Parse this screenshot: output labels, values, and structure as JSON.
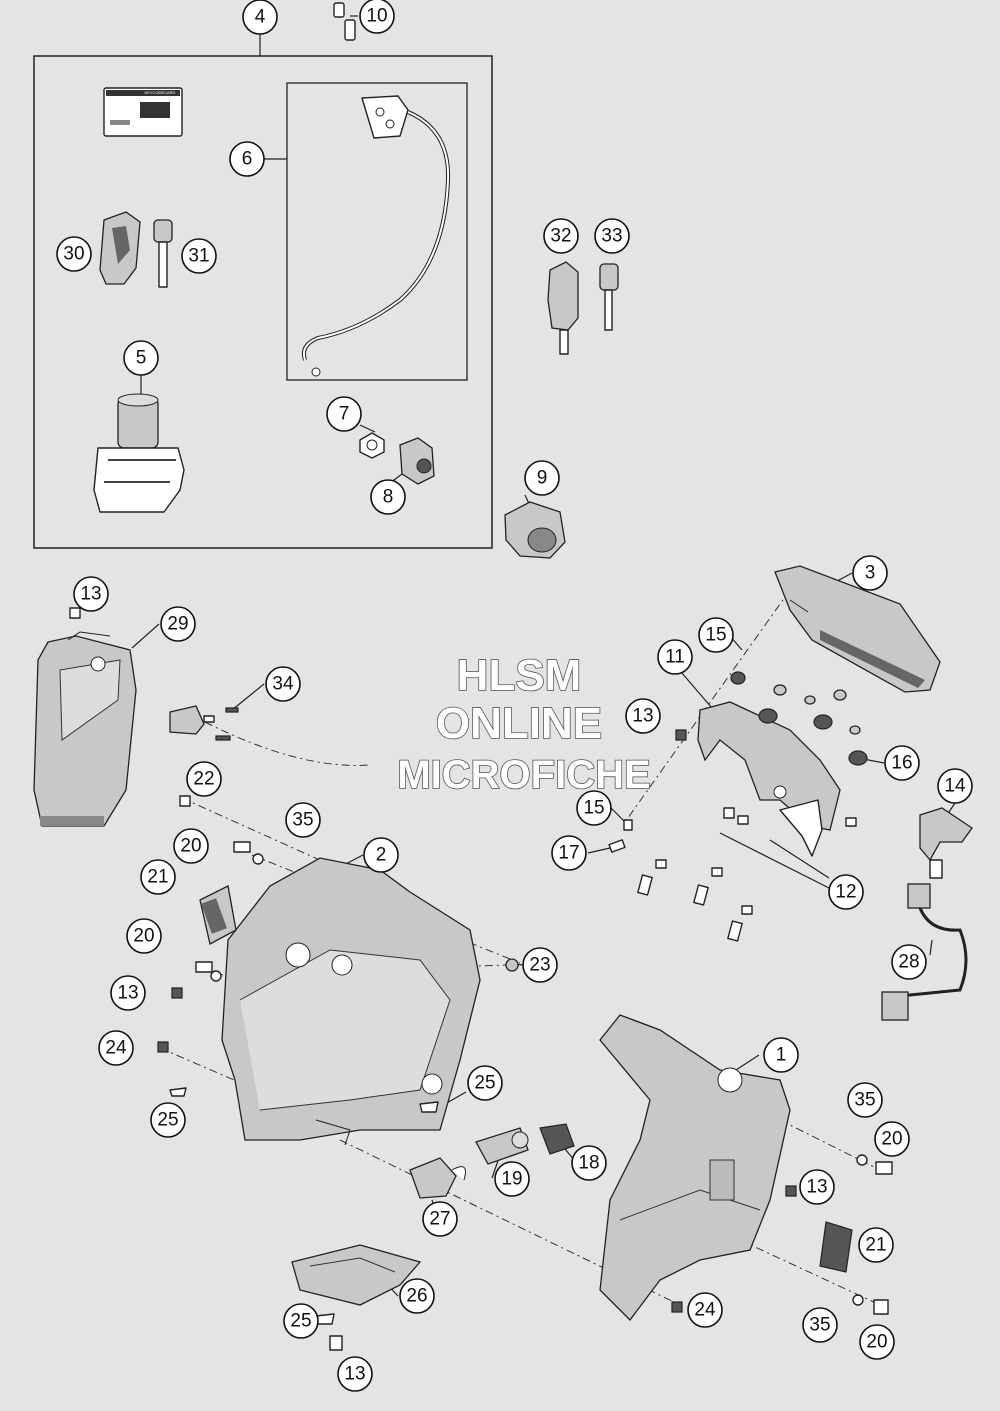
{
  "callouts": [
    {
      "id": "c1",
      "label": "1"
    },
    {
      "id": "c2",
      "label": "2"
    },
    {
      "id": "c3",
      "label": "3"
    },
    {
      "id": "c4",
      "label": "4"
    },
    {
      "id": "c5",
      "label": "5"
    },
    {
      "id": "c6",
      "label": "6"
    },
    {
      "id": "c7",
      "label": "7"
    },
    {
      "id": "c8",
      "label": "8"
    },
    {
      "id": "c9",
      "label": "9"
    },
    {
      "id": "c10",
      "label": "10"
    },
    {
      "id": "c11",
      "label": "11"
    },
    {
      "id": "c12",
      "label": "12"
    },
    {
      "id": "c13a",
      "label": "13"
    },
    {
      "id": "c13b",
      "label": "13"
    },
    {
      "id": "c13c",
      "label": "13"
    },
    {
      "id": "c13d",
      "label": "13"
    },
    {
      "id": "c13e",
      "label": "13"
    },
    {
      "id": "c14",
      "label": "14"
    },
    {
      "id": "c15a",
      "label": "15"
    },
    {
      "id": "c15b",
      "label": "15"
    },
    {
      "id": "c16",
      "label": "16"
    },
    {
      "id": "c17",
      "label": "17"
    },
    {
      "id": "c18",
      "label": "18"
    },
    {
      "id": "c19",
      "label": "19"
    },
    {
      "id": "c20a",
      "label": "20"
    },
    {
      "id": "c20b",
      "label": "20"
    },
    {
      "id": "c20c",
      "label": "20"
    },
    {
      "id": "c20d",
      "label": "20"
    },
    {
      "id": "c21a",
      "label": "21"
    },
    {
      "id": "c21b",
      "label": "21"
    },
    {
      "id": "c22",
      "label": "22"
    },
    {
      "id": "c23",
      "label": "23"
    },
    {
      "id": "c24a",
      "label": "24"
    },
    {
      "id": "c24b",
      "label": "24"
    },
    {
      "id": "c25a",
      "label": "25"
    },
    {
      "id": "c25b",
      "label": "25"
    },
    {
      "id": "c25c",
      "label": "25"
    },
    {
      "id": "c26",
      "label": "26"
    },
    {
      "id": "c27",
      "label": "27"
    },
    {
      "id": "c28",
      "label": "28"
    },
    {
      "id": "c29",
      "label": "29"
    },
    {
      "id": "c30",
      "label": "30"
    },
    {
      "id": "c31",
      "label": "31"
    },
    {
      "id": "c32",
      "label": "32"
    },
    {
      "id": "c33",
      "label": "33"
    },
    {
      "id": "c34",
      "label": "34"
    },
    {
      "id": "c35a",
      "label": "35"
    },
    {
      "id": "c35b",
      "label": "35"
    },
    {
      "id": "c35c",
      "label": "35"
    }
  ],
  "watermark": {
    "line1": "HLSM",
    "line2": "ONLINE",
    "line3": "MICROFICHE"
  },
  "card_logo": "KEYCODECARD"
}
